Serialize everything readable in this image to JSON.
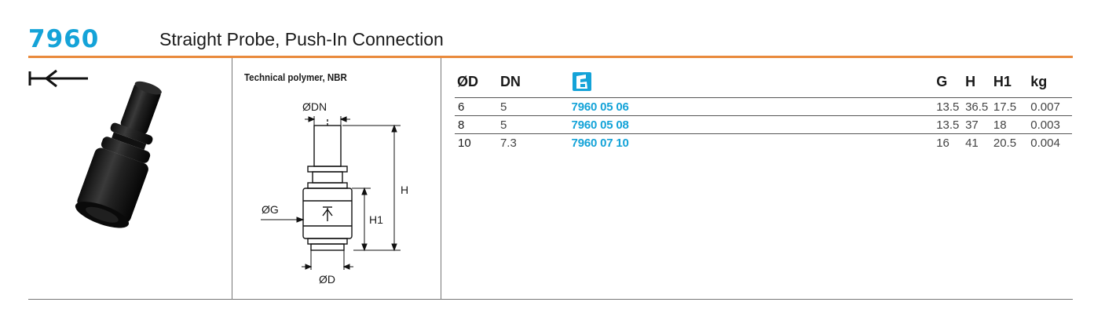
{
  "header": {
    "code": "7960",
    "title": "Straight Probe, Push-In Connection",
    "accent_color": "#e98a3c",
    "code_color": "#14a3d8"
  },
  "icons": {
    "connection_symbol": "push-in-arrow-icon",
    "catalog_symbol": "catalog-icon"
  },
  "material": "Technical polymer, NBR",
  "drawing_labels": {
    "od_n": "ØDN",
    "od_g": "ØG",
    "od_d": "ØD",
    "h": "H",
    "h1": "H1"
  },
  "table": {
    "headers": {
      "od": "ØD",
      "dn": "DN",
      "g": "G",
      "h": "H",
      "h1": "H1",
      "kg": "kg"
    },
    "rows": [
      {
        "od": "6",
        "dn": "5",
        "article": "7960 05 06",
        "g": "13.5",
        "h": "36.5",
        "h1": "17.5",
        "kg": "0.007"
      },
      {
        "od": "8",
        "dn": "5",
        "article": "7960 05 08",
        "g": "13.5",
        "h": "37",
        "h1": "18",
        "kg": "0.003"
      },
      {
        "od": "10",
        "dn": "7.3",
        "article": "7960 07 10",
        "g": "16",
        "h": "41",
        "h1": "20.5",
        "kg": "0.004"
      }
    ]
  }
}
